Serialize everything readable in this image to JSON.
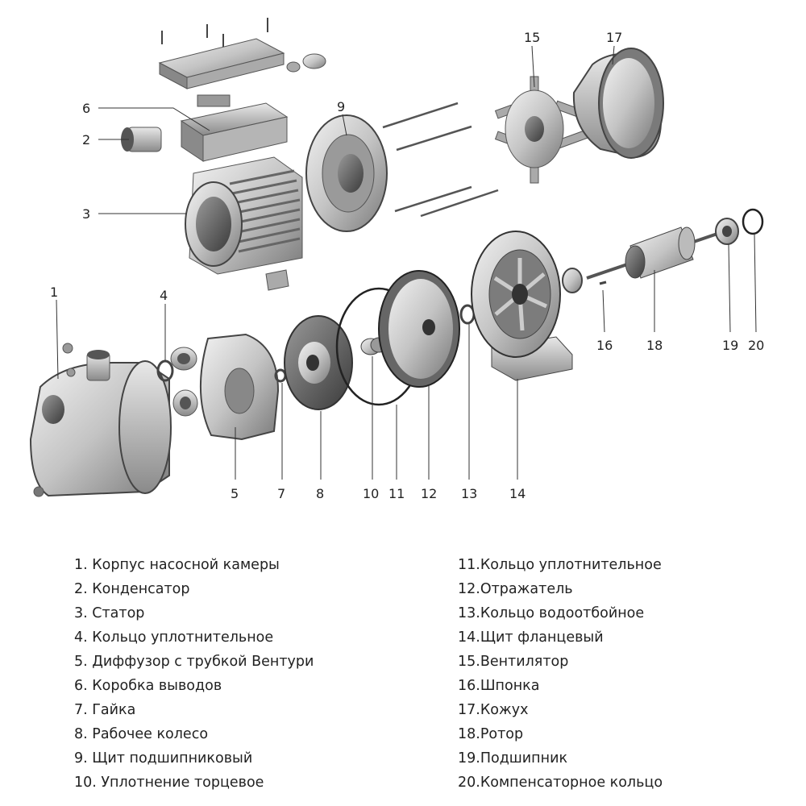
{
  "callouts": [
    "1",
    "2",
    "3",
    "4",
    "5",
    "6",
    "7",
    "8",
    "9",
    "10",
    "11",
    "12",
    "13",
    "14",
    "15",
    "16",
    "17",
    "18",
    "19",
    "20"
  ],
  "legend_left": [
    "1. Корпус насосной камеры",
    "2. Конденсатор",
    "3. Статор",
    "4. Кольцо уплотнительное",
    "5. Диффузор с трубкой Вентури",
    "6. Коробка выводов",
    "7. Гайка",
    "8. Рабочее колесо",
    "9. Щит подшипниковый",
    "10. Уплотнение торцевое"
  ],
  "legend_right": [
    "11.Кольцо уплотнительное",
    "12.Отражатель",
    "13.Кольцо водоотбойное",
    "14.Щит фланцевый",
    "15.Вентилятор",
    "16.Шпонка",
    "17.Кожух",
    "18.Ротор",
    "19.Подшипник",
    "20.Компенсаторное кольцо"
  ]
}
